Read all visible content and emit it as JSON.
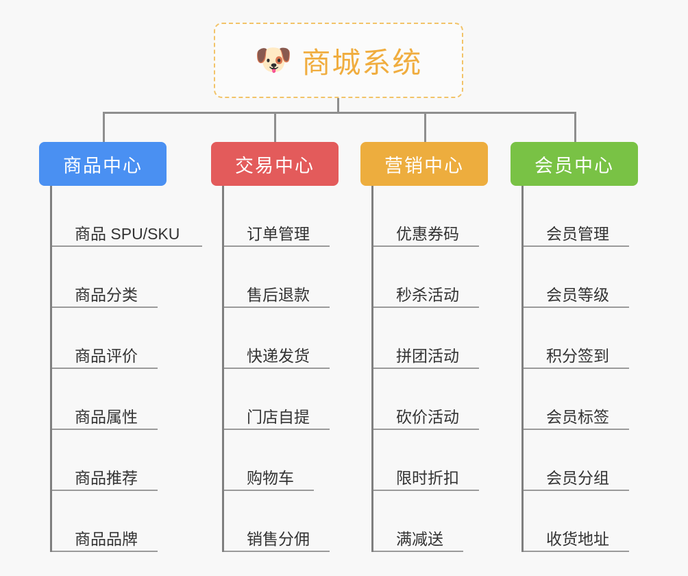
{
  "root": {
    "icon": "shiba-dog-emoji",
    "emoji": "🐶",
    "label": "商城系统",
    "color": "#f0ad3f",
    "border_color": "#f2c368"
  },
  "canvas": {
    "background": "#f8f8f8",
    "connector_color": "#8e8e8e",
    "spine_color": "#7f7f7f",
    "underline_color": "#9a9a9a"
  },
  "branches": [
    {
      "label": "商品中心",
      "color": "#4a90f2",
      "items": [
        "商品 SPU/SKU",
        "商品分类",
        "商品评价",
        "商品属性",
        "商品推荐",
        "商品品牌"
      ]
    },
    {
      "label": "交易中心",
      "color": "#e35b5b",
      "items": [
        "订单管理",
        "售后退款",
        "快递发货",
        "门店自提",
        "购物车",
        "销售分佣"
      ]
    },
    {
      "label": "营销中心",
      "color": "#edad3e",
      "items": [
        "优惠券码",
        "秒杀活动",
        "拼团活动",
        "砍价活动",
        "限时折扣",
        "满减送"
      ]
    },
    {
      "label": "会员中心",
      "color": "#79c245",
      "items": [
        "会员管理",
        "会员等级",
        "积分签到",
        "会员标签",
        "会员分组",
        "收货地址"
      ]
    }
  ]
}
